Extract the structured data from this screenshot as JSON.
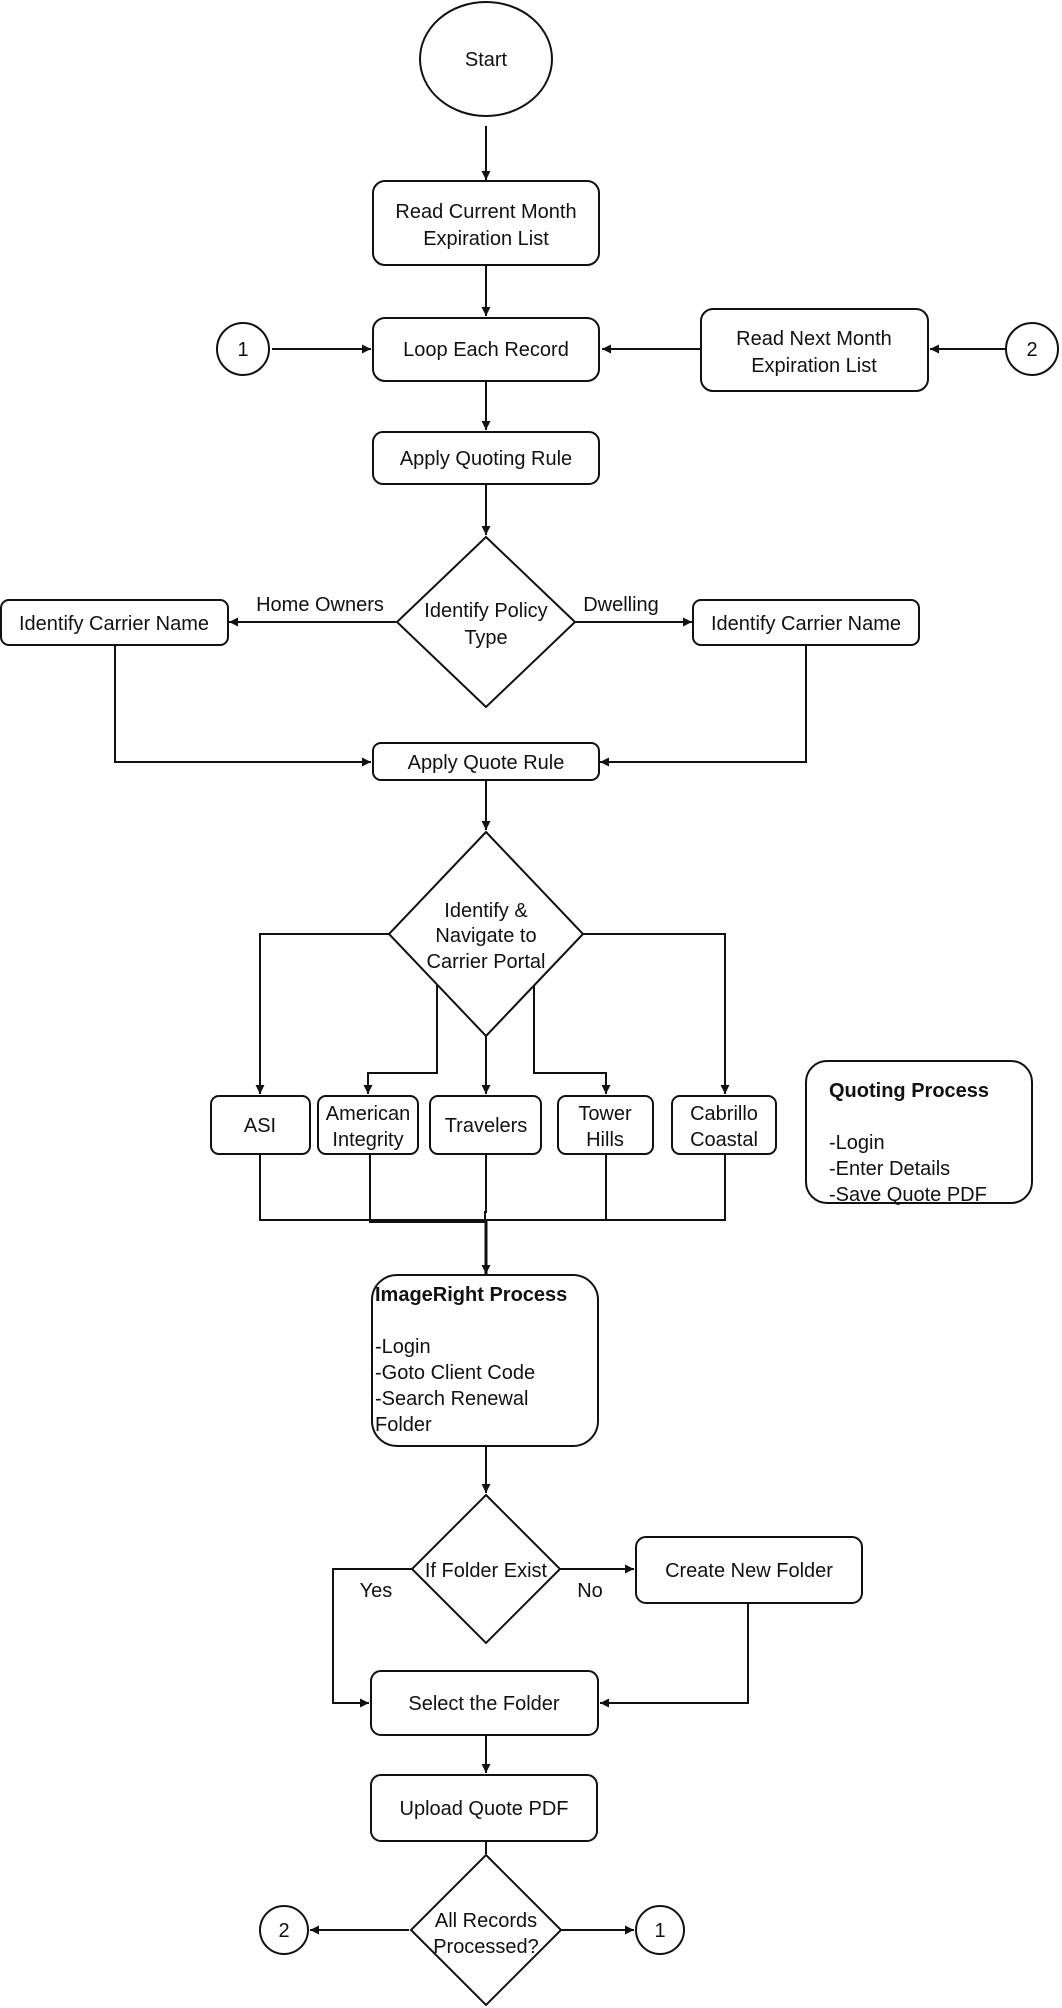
{
  "nodes": {
    "start": "Start",
    "read_current": [
      "Read Current Month",
      "Expiration List"
    ],
    "loop_each": "Loop Each Record",
    "read_next": [
      "Read Next Month",
      "Expiration List"
    ],
    "connector_left_top": "1",
    "connector_right_top": "2",
    "apply_quoting_rule": "Apply Quoting Rule",
    "identify_policy_type": [
      "Identify Policy",
      "Type"
    ],
    "identify_carrier_left": "Identify Carrier Name",
    "identify_carrier_right": "Identify Carrier Name",
    "apply_quote_rule": "Apply Quote Rule",
    "identify_navigate": [
      "Identify &",
      "Navigate to",
      "Carrier Portal"
    ],
    "asi": "ASI",
    "american_integrity": [
      "American",
      "Integrity"
    ],
    "travelers": "Travelers",
    "tower_hills": [
      "Tower",
      "Hills"
    ],
    "cabrillo_coastal": [
      "Cabrillo",
      "Coastal"
    ],
    "if_folder_exist": "If Folder Exist",
    "create_new_folder": "Create New Folder",
    "select_folder": "Select the Folder",
    "upload_quote_pdf": "Upload Quote PDF",
    "all_records_processed": [
      "All Records",
      "Processed?"
    ],
    "connector_bottom_left": "2",
    "connector_bottom_right": "1"
  },
  "edge_labels": {
    "home_owners": "Home Owners",
    "dwelling": "Dwelling",
    "yes": "Yes",
    "no": "No"
  },
  "notes": {
    "quoting_process": {
      "title": "Quoting Process",
      "lines": [
        "-Login",
        "-Enter Details",
        "-Save Quote PDF"
      ]
    },
    "imageright_process": {
      "title": "ImageRight Process",
      "lines": [
        "-Login",
        "-Goto Client Code",
        "-Search Renewal",
        "Folder"
      ]
    }
  }
}
